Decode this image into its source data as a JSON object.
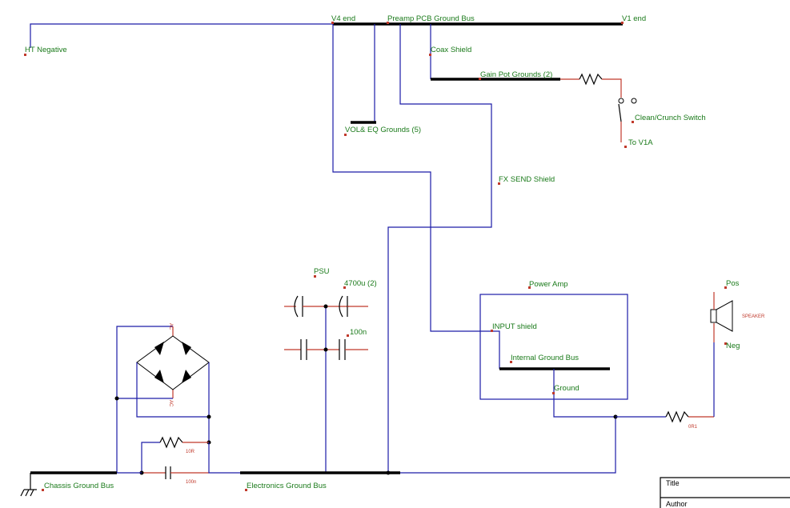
{
  "labels": {
    "ht_negative": "HT Negative",
    "v4_end": "V4 end",
    "preamp_bus": "Preamp PCB Ground Bus",
    "v1_end": "V1 end",
    "coax_shield": "Coax Shield",
    "gain_pot": "Gain Pot Grounds (2)",
    "clean_crunch": "Clean/Crunch Switch",
    "to_v1a": "To V1A",
    "vol_eq": "VOL& EQ Grounds (5)",
    "fx_send": "FX SEND Shield",
    "psu": "PSU",
    "cap_4700": "4700u (2)",
    "cap_100n": "100n",
    "power_amp": "Power Amp",
    "input_shield": "INPUT shield",
    "internal_bus": "Internal Ground Bus",
    "ground": "Ground",
    "pos": "Pos",
    "neg": "Neg",
    "speaker": "SPEAKER",
    "r_10r": "10R",
    "c_100n_small": "100n",
    "r_0r1": "0R1",
    "ac_top": "AC",
    "ac_bottom": "AC",
    "chassis_bus": "Chassis Ground Bus",
    "electronics_bus": "Electronics Ground Bus"
  },
  "title_block": {
    "title": "Title",
    "author": "Author"
  },
  "colors": {
    "wire": "#1c1ca8",
    "bus": "#000000",
    "label": "#1a7a1a",
    "component": "#c0392b"
  }
}
